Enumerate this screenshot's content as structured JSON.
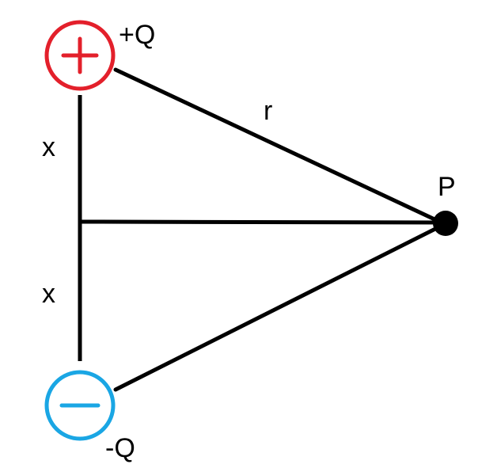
{
  "colors": {
    "positive": "#e3202b",
    "negative": "#1aa6e4",
    "line": "#000000",
    "point": "#000000"
  },
  "charges": {
    "positive": {
      "label": "+Q",
      "icon": "plus-icon"
    },
    "negative": {
      "label": "-Q",
      "icon": "minus-icon"
    }
  },
  "labels": {
    "upper_distance": "x",
    "lower_distance": "x",
    "hypotenuse": "r",
    "point": "P"
  }
}
